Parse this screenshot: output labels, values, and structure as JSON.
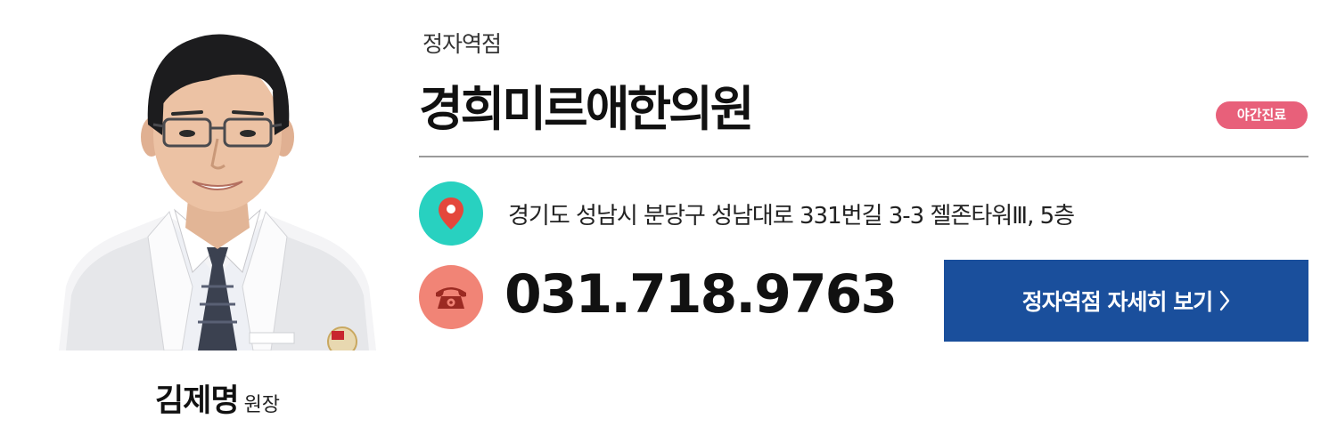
{
  "doctor": {
    "name": "김제명",
    "rank": "원장"
  },
  "clinic": {
    "branch": "정자역점",
    "name": "경희미르애한의원",
    "badge": "야간진료",
    "address": "경기도 성남시 분당구 성남대로 331번길 3-3 젤존타워Ⅲ, 5층",
    "phone": "031.718.9763"
  },
  "actions": {
    "detail_label": "정자역점 자세히 보기"
  },
  "icons": {
    "location": "location-pin-icon",
    "phone": "telephone-icon",
    "chevron": "chevron-right-icon"
  },
  "colors": {
    "badge": "#e8607a",
    "location_circle": "#28d1c0",
    "phone_circle": "#f18476",
    "button": "#1a4f9c",
    "divider": "#9a9a9a"
  }
}
